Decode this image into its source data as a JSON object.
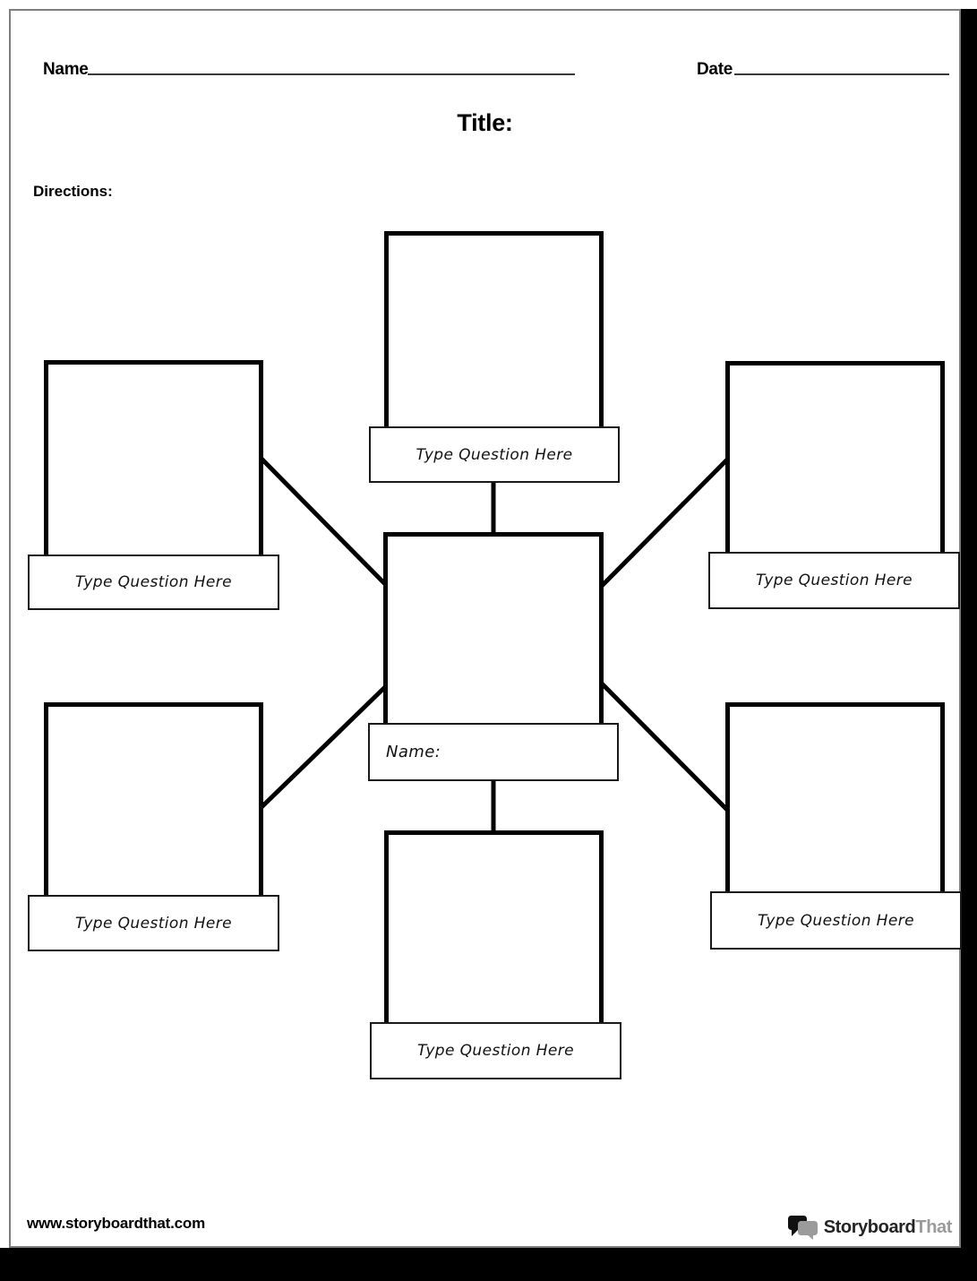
{
  "header": {
    "name_label": "Name",
    "date_label": "Date",
    "title_label": "Title:",
    "directions_label": "Directions:"
  },
  "diagram": {
    "center_caption": "Name:",
    "nodes": [
      {
        "id": "top",
        "caption": "Type Question Here"
      },
      {
        "id": "left-top",
        "caption": "Type Question Here"
      },
      {
        "id": "right-top",
        "caption": "Type Question Here"
      },
      {
        "id": "left-bottom",
        "caption": "Type Question Here"
      },
      {
        "id": "right-bottom",
        "caption": "Type Question Here"
      },
      {
        "id": "bottom",
        "caption": "Type Question Here"
      }
    ]
  },
  "footer": {
    "website": "www.storyboardthat.com",
    "logo": {
      "part1": "Storyboard",
      "part2": "That"
    }
  },
  "colors": {
    "line": "#000000",
    "caption_border": "#1a1a1a",
    "page_border": "#7e7e7e",
    "shadow": "#000000",
    "logo_dark": "#242424",
    "logo_gray": "#9b9b9b"
  }
}
